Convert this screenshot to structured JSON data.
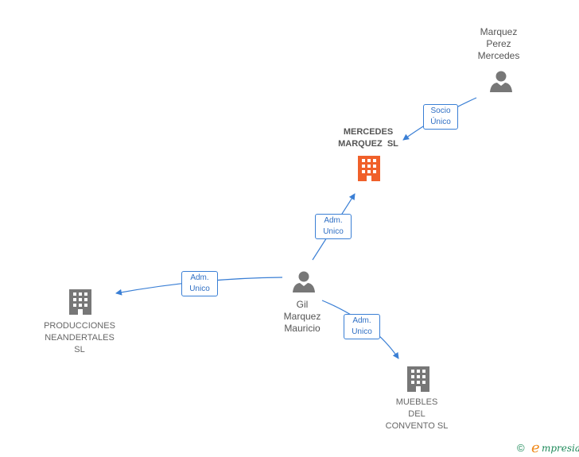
{
  "nodes": {
    "mercedes": {
      "lines": [
        "MERCEDES",
        "MARQUEZ  SL"
      ],
      "type": "company",
      "highlight": true
    },
    "marquez": {
      "lines": [
        "Marquez",
        "Perez",
        "Mercedes"
      ],
      "type": "person"
    },
    "gil": {
      "lines": [
        "Gil",
        "Marquez",
        "Mauricio"
      ],
      "type": "person"
    },
    "producciones": {
      "lines": [
        "PRODUCCIONES",
        "NEANDERTALES",
        "SL"
      ],
      "type": "company"
    },
    "muebles": {
      "lines": [
        "MUEBLES",
        "DEL",
        "CONVENTO SL"
      ],
      "type": "company"
    }
  },
  "edges": {
    "socio": [
      "Socio",
      "Único"
    ],
    "adm_mercedes": [
      "Adm.",
      "Unico"
    ],
    "adm_producciones": [
      "Adm.",
      "Unico"
    ],
    "adm_muebles": [
      "Adm.",
      "Unico"
    ]
  },
  "colors": {
    "edge": "#3a7fd5",
    "company": "#777777",
    "highlight": "#f0602a",
    "person": "#777777"
  },
  "footer": {
    "copyright": "©",
    "brand_e": "e",
    "brand_rest": "mpresia"
  }
}
